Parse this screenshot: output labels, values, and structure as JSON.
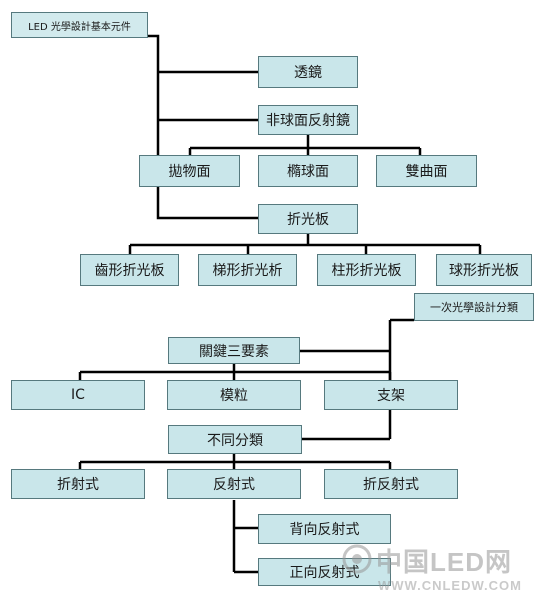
{
  "root": {
    "label": "LED 光學設計基本元件"
  },
  "lens": {
    "label": "透鏡"
  },
  "aspheric": {
    "label": "非球面反射鏡"
  },
  "parabolic": {
    "label": "拋物面"
  },
  "ellipsoid": {
    "label": "橢球面"
  },
  "hyperbolic": {
    "label": "雙曲面"
  },
  "refractor": {
    "label": "折光板"
  },
  "refractor_types": [
    {
      "label": "齒形折光板"
    },
    {
      "label": "梯形折光析"
    },
    {
      "label": "柱形折光板"
    },
    {
      "label": "球形折光板"
    }
  ],
  "primary_class": {
    "label": "一次光學設計分類"
  },
  "key_elements": {
    "label": "關鍵三要素"
  },
  "key_items": [
    {
      "label": "IC"
    },
    {
      "label": "模粒"
    },
    {
      "label": "支架"
    }
  ],
  "diff_class": {
    "label": "不同分類"
  },
  "class_items": [
    {
      "label": "折射式"
    },
    {
      "label": "反射式"
    },
    {
      "label": "折反射式"
    }
  ],
  "reflect_sub": [
    {
      "label": "背向反射式"
    },
    {
      "label": "正向反射式"
    }
  ],
  "watermark": {
    "text": "中国LED网",
    "sub": "WWW.CNLEDW.COM"
  },
  "colors": {
    "box_fill": "#c9e6ea",
    "box_border": "#56797e",
    "line": "#000000"
  }
}
